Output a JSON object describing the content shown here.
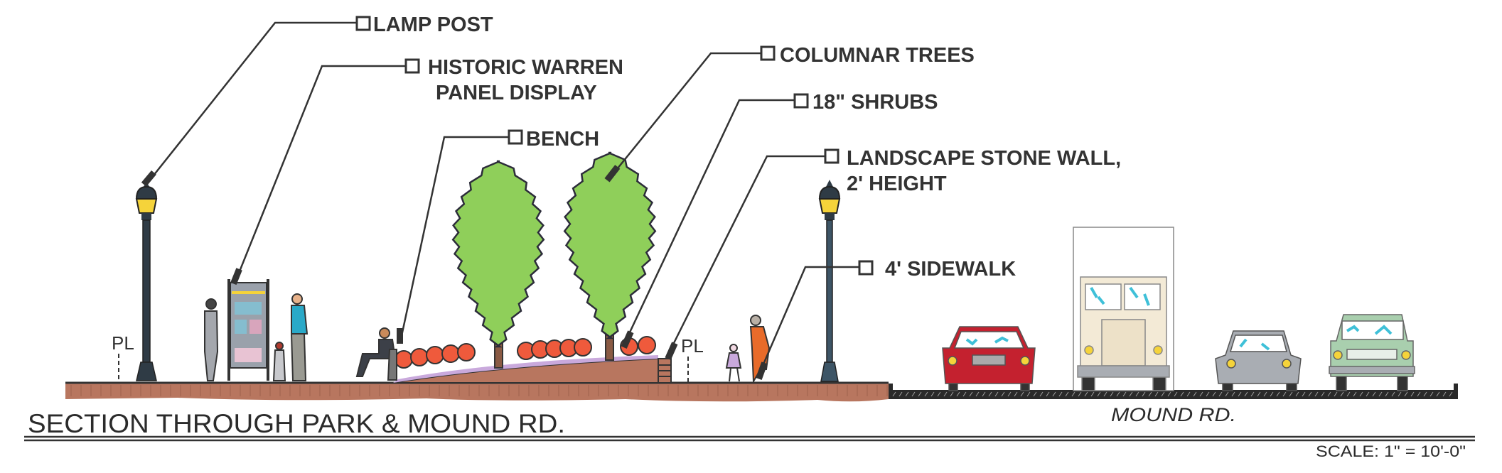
{
  "labels": {
    "lamp_post": "LAMP POST",
    "historic_line1": "HISTORIC WARREN",
    "historic_line2": "PANEL DISPLAY",
    "bench": "BENCH",
    "columnar_trees": "COLUMNAR TREES",
    "shrubs": "18\" SHRUBS",
    "stone_wall_line1": "LANDSCAPE STONE WALL,",
    "stone_wall_line2": "2' HEIGHT",
    "sidewalk": "4' SIDEWALK"
  },
  "markers": {
    "property_line": "PL"
  },
  "footer": {
    "title": "SECTION THROUGH PARK & MOUND RD.",
    "road_name": "MOUND RD.",
    "scale": "SCALE: 1\" = 10'-0\""
  },
  "colors": {
    "brick": "#b8765f",
    "tree": "#8fcf5a",
    "shrub": "#ef5a3c",
    "mulch": "#c9a9dc",
    "lamp_globe": "#f5d33a",
    "lamp_pole": "#2f3b45",
    "road": "#2a2a2a",
    "red_car": "#c4212f",
    "truck": "#f3ead6",
    "mini": "#a9adb3",
    "green_truck": "#a9cfae"
  }
}
